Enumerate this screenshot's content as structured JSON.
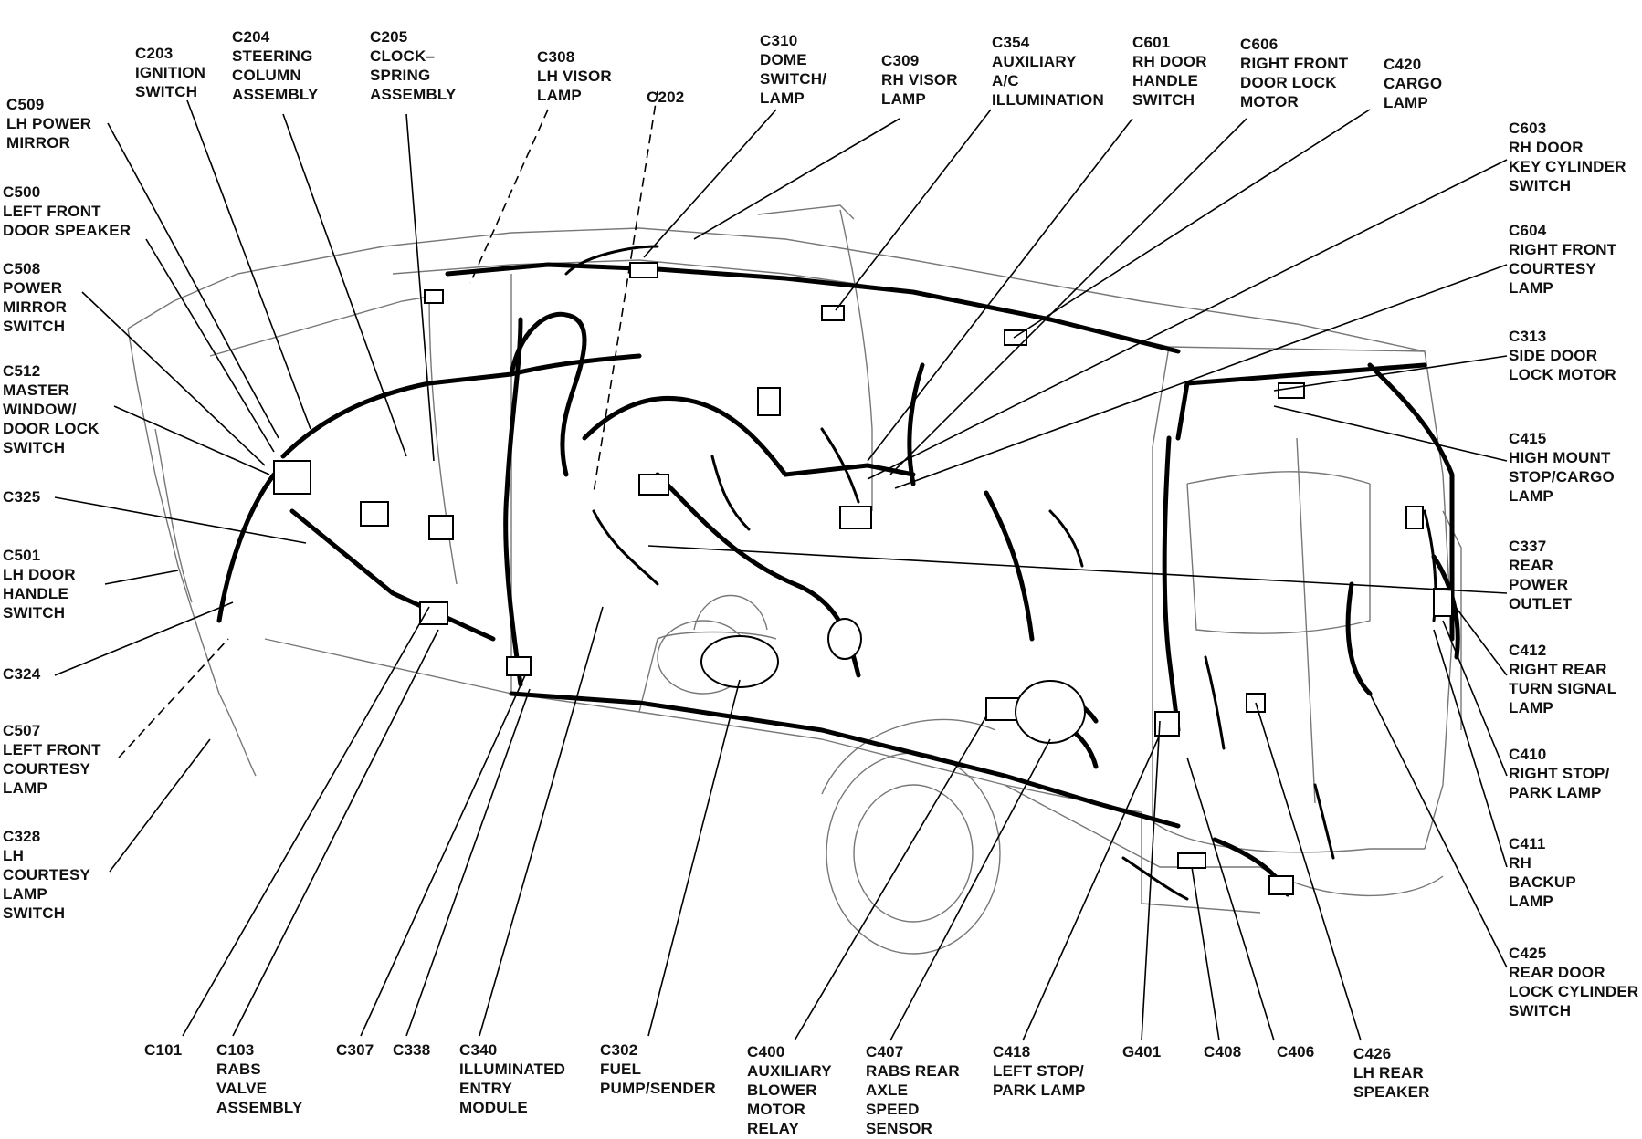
{
  "labels": [
    {
      "id": "c509",
      "lines": [
        "C509",
        "LH POWER",
        "MIRROR"
      ]
    },
    {
      "id": "c203",
      "lines": [
        "C203",
        "IGNITION",
        "SWITCH"
      ]
    },
    {
      "id": "c204",
      "lines": [
        "C204",
        "STEERING",
        "COLUMN",
        "ASSEMBLY"
      ]
    },
    {
      "id": "c205",
      "lines": [
        "C205",
        "CLOCK–",
        "SPRING",
        "ASSEMBLY"
      ]
    },
    {
      "id": "c308",
      "lines": [
        "C308",
        "LH VISOR",
        "LAMP"
      ]
    },
    {
      "id": "c202",
      "lines": [
        "C202"
      ]
    },
    {
      "id": "c310",
      "lines": [
        "C310",
        "DOME",
        "SWITCH/",
        "LAMP"
      ]
    },
    {
      "id": "c309",
      "lines": [
        "C309",
        "RH VISOR",
        "LAMP"
      ]
    },
    {
      "id": "c354",
      "lines": [
        "C354",
        "AUXILIARY",
        "A/C",
        "ILLUMINATION"
      ]
    },
    {
      "id": "c601",
      "lines": [
        "C601",
        "RH DOOR",
        "HANDLE",
        "SWITCH"
      ]
    },
    {
      "id": "c606",
      "lines": [
        "C606",
        "RIGHT FRONT",
        "DOOR LOCK",
        "MOTOR"
      ]
    },
    {
      "id": "c420",
      "lines": [
        "C420",
        "CARGO",
        "LAMP"
      ]
    },
    {
      "id": "c500",
      "lines": [
        "C500",
        "LEFT FRONT",
        "DOOR SPEAKER"
      ]
    },
    {
      "id": "c508",
      "lines": [
        "C508",
        "POWER",
        "MIRROR",
        "SWITCH"
      ]
    },
    {
      "id": "c512",
      "lines": [
        "C512",
        "MASTER",
        "WINDOW/",
        "DOOR LOCK",
        "SWITCH"
      ]
    },
    {
      "id": "c325",
      "lines": [
        "C325"
      ]
    },
    {
      "id": "c501",
      "lines": [
        "C501",
        "LH DOOR",
        "HANDLE",
        "SWITCH"
      ]
    },
    {
      "id": "c324",
      "lines": [
        "C324"
      ]
    },
    {
      "id": "c507",
      "lines": [
        "C507",
        "LEFT FRONT",
        "COURTESY",
        "LAMP"
      ]
    },
    {
      "id": "c328",
      "lines": [
        "C328",
        "LH",
        "COURTESY",
        "LAMP",
        "SWITCH"
      ]
    },
    {
      "id": "c603",
      "lines": [
        "C603",
        "RH DOOR",
        "KEY CYLINDER",
        "SWITCH"
      ]
    },
    {
      "id": "c604",
      "lines": [
        "C604",
        "RIGHT FRONT",
        "COURTESY",
        "LAMP"
      ]
    },
    {
      "id": "c313",
      "lines": [
        "C313",
        "SIDE DOOR",
        "LOCK MOTOR"
      ]
    },
    {
      "id": "c415",
      "lines": [
        "C415",
        "HIGH MOUNT",
        "STOP/CARGO",
        "LAMP"
      ]
    },
    {
      "id": "c337",
      "lines": [
        "C337",
        "REAR",
        "POWER",
        "OUTLET"
      ]
    },
    {
      "id": "c412",
      "lines": [
        "C412",
        "RIGHT REAR",
        "TURN SIGNAL",
        "LAMP"
      ]
    },
    {
      "id": "c410",
      "lines": [
        "C410",
        "RIGHT STOP/",
        "PARK LAMP"
      ]
    },
    {
      "id": "c411",
      "lines": [
        "C411",
        "RH",
        "BACKUP",
        "LAMP"
      ]
    },
    {
      "id": "c425",
      "lines": [
        "C425",
        "REAR DOOR",
        "LOCK CYLINDER",
        "SWITCH"
      ]
    },
    {
      "id": "c101",
      "lines": [
        "C101"
      ]
    },
    {
      "id": "c103",
      "lines": [
        "C103",
        "RABS",
        "VALVE",
        "ASSEMBLY"
      ]
    },
    {
      "id": "c307",
      "lines": [
        "C307"
      ]
    },
    {
      "id": "c338",
      "lines": [
        "C338"
      ]
    },
    {
      "id": "c340",
      "lines": [
        "C340",
        "ILLUMINATED",
        "ENTRY",
        "MODULE"
      ]
    },
    {
      "id": "c302",
      "lines": [
        "C302",
        "FUEL",
        "PUMP/SENDER"
      ]
    },
    {
      "id": "c400",
      "lines": [
        "C400",
        "AUXILIARY",
        "BLOWER",
        "MOTOR",
        "RELAY"
      ]
    },
    {
      "id": "c407",
      "lines": [
        "C407",
        "RABS REAR",
        "AXLE",
        "SPEED",
        "SENSOR"
      ]
    },
    {
      "id": "c418",
      "lines": [
        "C418",
        "LEFT STOP/",
        "PARK LAMP"
      ]
    },
    {
      "id": "g401",
      "lines": [
        "G401"
      ]
    },
    {
      "id": "c408",
      "lines": [
        "C408"
      ]
    },
    {
      "id": "c406",
      "lines": [
        "C406"
      ]
    },
    {
      "id": "c426",
      "lines": [
        "C426",
        "LH REAR",
        "SPEAKER"
      ]
    }
  ]
}
